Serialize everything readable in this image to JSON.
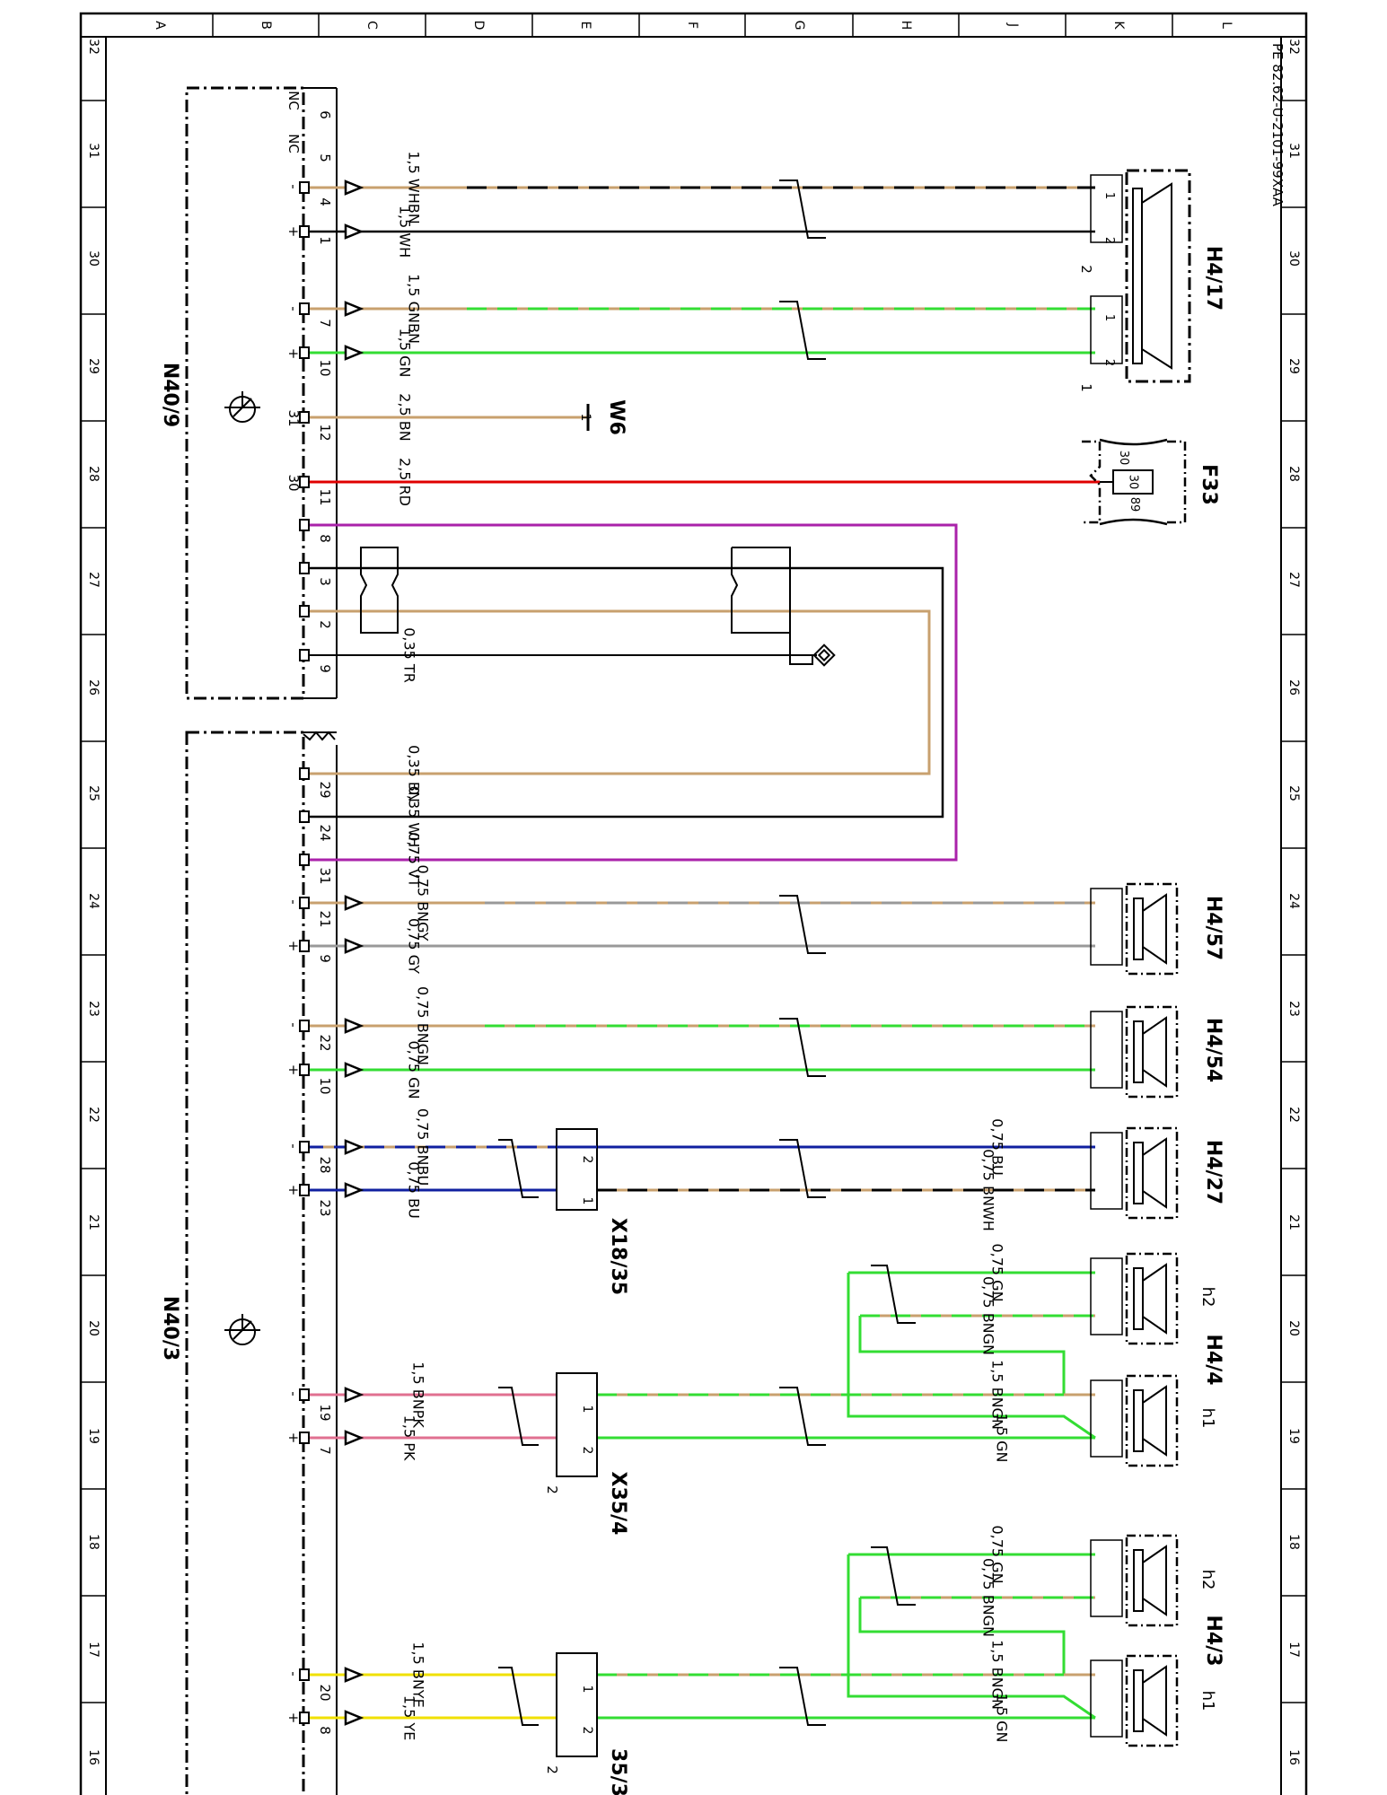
{
  "diagram_id": "PE 82.62-U-2101-99XAA",
  "column_labels": [
    "A",
    "B",
    "C",
    "D",
    "E",
    "F",
    "G",
    "H",
    "J",
    "K",
    "L"
  ],
  "row_labels": [
    "32",
    "31",
    "30",
    "29",
    "28",
    "27",
    "26",
    "25",
    "24",
    "23",
    "22",
    "21",
    "20",
    "19",
    "18",
    "17",
    "16"
  ],
  "modules": {
    "upper": {
      "name": "N40/9"
    },
    "lower": {
      "name": "N40/3"
    }
  },
  "components": {
    "h4_17": "H4/17",
    "h4_57": "H4/57",
    "h4_54": "H4/54",
    "h4_27": "H4/27",
    "h4_4": "H4/4",
    "h4_3": "H4/3",
    "f33": "F33",
    "w6": "W6",
    "x18_35": "X18/35",
    "x35_4": "X35/4",
    "x35_3": "35/3"
  },
  "sub_labels": {
    "h1": "h1",
    "h2": "h2"
  },
  "nc_label": "NC",
  "fuse_labels": {
    "t30": "30",
    "t89": "89",
    "body": "30"
  },
  "upper_pins": {
    "p6": "6",
    "p5": "5",
    "p4": "4",
    "p1": "1",
    "p7": "7",
    "p10": "10",
    "p12": "12",
    "p11": "11",
    "p8": "8",
    "p3": "3",
    "p2": "2",
    "p9": "9",
    "t31": "31",
    "t30": "30",
    "minus": "-",
    "plus": "+"
  },
  "lower_pins": {
    "p29": "29",
    "p24": "24",
    "p31": "31",
    "p21": "21",
    "p9": "9",
    "p22": "22",
    "p10": "10",
    "p28": "28",
    "p23": "23",
    "p19": "19",
    "p7": "7",
    "p20": "20",
    "p8": "8"
  },
  "pin_numbers": {
    "one": "1",
    "two": "2"
  },
  "wires": {
    "whbn15": "1,5 WHBN",
    "wh15": "1,5 WH",
    "gnbn15": "1,5 GNBN",
    "gn15": "1,5 GN",
    "bn25": "2,5 BN",
    "rd25": "2,5 RD",
    "tr035": "0,35 TR",
    "bn035": "0,35 BN",
    "wh035": "0,35 WH",
    "vt075": "0,75 VT",
    "bngy075": "0,75 BNGY",
    "gy075": "0,75 GY",
    "bngn075": "0,75 BNGN",
    "gn075": "0,75 GN",
    "bnbu075": "0,75 BNBU",
    "bu075": "0,75 BU",
    "bu075b": "0,75 BU",
    "bnwh075": "0,75 BNWH",
    "gn075_h2a": "0,75 GN",
    "bngn075_h2a": "0,75 BNGN",
    "bnpk15": "1,5 BNPK",
    "pk15": "1,5 PK",
    "bngn15_a": "1,5 BNGN",
    "gn15_a": "1,5 GN",
    "gn075_h2b": "0,75 GN",
    "bngn075_h2b": "0,75 BNGN",
    "bnye15": "1,5 BNYE",
    "ye15": "1,5 YE",
    "bngn15_b": "1,5 BNGN",
    "gn15_b": "1,5 GN"
  },
  "colors": {
    "brown": "#c8a06e",
    "black": "#000000",
    "green": "#33dd33",
    "red": "#e00000",
    "violet": "#aa22aa",
    "gray": "#999999",
    "blue": "#1020a0",
    "pink": "#e07090",
    "yellow": "#f0e000"
  }
}
